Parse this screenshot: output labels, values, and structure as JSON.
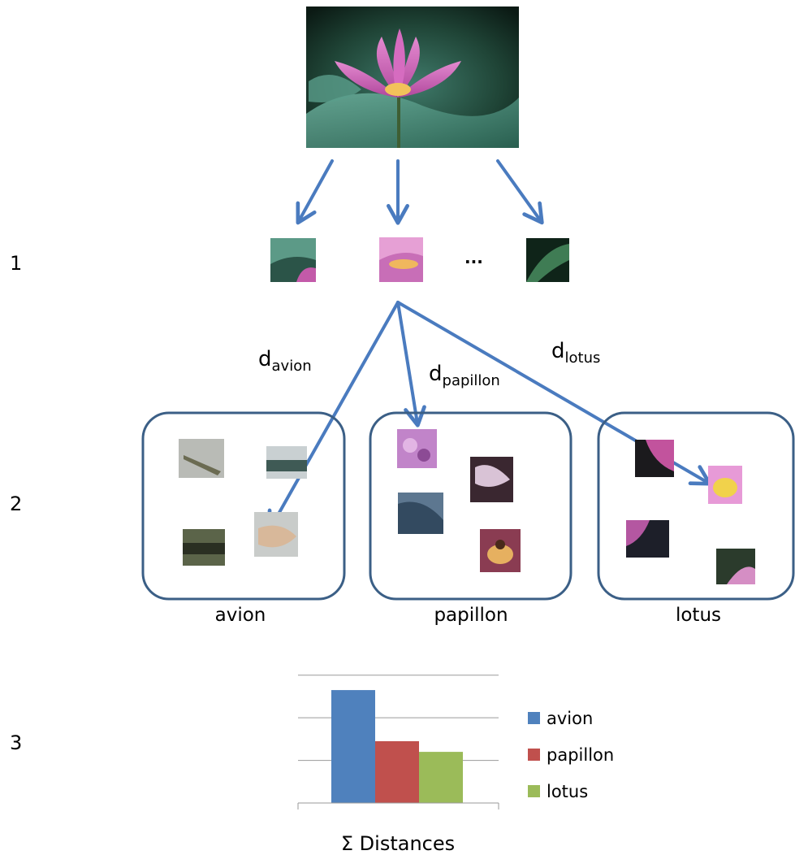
{
  "steps": {
    "one": "1",
    "two": "2",
    "three": "3"
  },
  "ellipsis": "...",
  "distances": {
    "avion": {
      "base": "d",
      "sub": "avion"
    },
    "papillon": {
      "base": "d",
      "sub": "papillon"
    },
    "lotus": {
      "base": "d",
      "sub": "lotus"
    }
  },
  "groups": [
    {
      "label": "avion"
    },
    {
      "label": "papillon"
    },
    {
      "label": "lotus"
    }
  ],
  "colors": {
    "arrow": "#4a7bbf",
    "group_border": "#3b5f86",
    "avion": "#4f81bd",
    "papillon": "#c0504d",
    "lotus": "#9bbb59",
    "grid": "#9a9a9a"
  },
  "chart_data": {
    "type": "bar",
    "categories": [
      "avion",
      "papillon",
      "lotus"
    ],
    "values": [
      2.65,
      1.45,
      1.2
    ],
    "ylim": [
      0,
      3.3
    ],
    "grid": true,
    "legend": "right",
    "xlabel": "Σ Distances",
    "series": [
      {
        "name": "avion",
        "values": [
          2.65
        ]
      },
      {
        "name": "papillon",
        "values": [
          1.45
        ]
      },
      {
        "name": "lotus",
        "values": [
          1.2
        ]
      }
    ]
  }
}
